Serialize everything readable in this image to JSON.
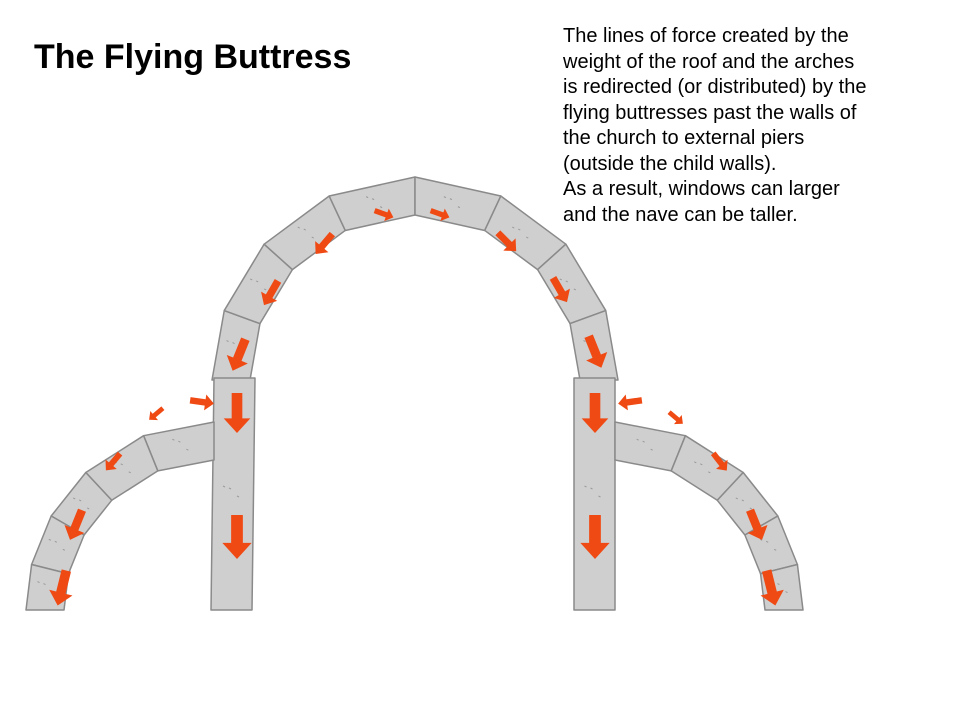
{
  "slide": {
    "title": "The Flying Buttress",
    "description_lines": [
      "The lines of force created by the",
      "weight of the roof and the arches",
      "is redirected (or distributed) by the",
      "flying buttresses past the walls of",
      "the church to external piers",
      "(outside the child walls).",
      "As a result, windows can larger",
      "and the nave can be taller."
    ]
  },
  "colors": {
    "stone_fill": "#cfcfcf",
    "stone_edge": "#8a8a8a",
    "speckle": "#9a9a9a",
    "force_arrow": "#f04a14"
  }
}
